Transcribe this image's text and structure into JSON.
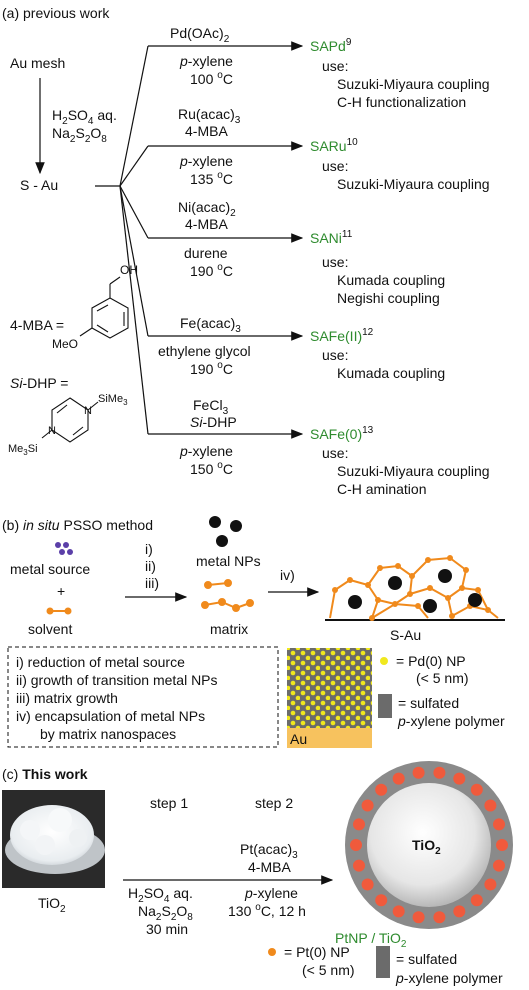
{
  "section_a": {
    "label": "(a) previous work",
    "au_mesh": "Au mesh",
    "reagent_1": "H2SO4 aq.",
    "reagent_2": "Na2S2O8",
    "s_au": "S - Au",
    "mba_label": "4-MBA =",
    "mba_ome": "MeO",
    "mba_oh": "OH",
    "dhp_label": "Si-DHP =",
    "dhp_sime3_top": "SiMe3",
    "dhp_sime3_bottom": "Me3Si",
    "branches": [
      {
        "reagents": [
          "Pd(OAc)2"
        ],
        "conditions": [
          "p-xylene",
          "100 oC"
        ],
        "product": "SAPd",
        "ref": "9",
        "use_label": "use:",
        "uses": [
          "Suzuki-Miyaura coupling",
          "C-H functionalization"
        ]
      },
      {
        "reagents": [
          "Ru(acac)3",
          "4-MBA"
        ],
        "conditions": [
          "p-xylene",
          "135 oC"
        ],
        "product": "SARu",
        "ref": "10",
        "use_label": "use:",
        "uses": [
          "Suzuki-Miyaura coupling"
        ]
      },
      {
        "reagents": [
          "Ni(acac)2",
          "4-MBA"
        ],
        "conditions": [
          "durene",
          "190 oC"
        ],
        "product": "SANi",
        "ref": "11",
        "use_label": "use:",
        "uses": [
          "Kumada coupling",
          "Negishi coupling"
        ]
      },
      {
        "reagents": [
          "Fe(acac)3"
        ],
        "conditions": [
          "ethylene glycol",
          "190 oC"
        ],
        "product": "SAFe(II)",
        "ref": "12",
        "use_label": "use:",
        "uses": [
          "Kumada coupling"
        ]
      },
      {
        "reagents": [
          "FeCl3",
          "Si-DHP"
        ],
        "conditions": [
          "p-xylene",
          "150 oC"
        ],
        "product": "SAFe(0)",
        "ref": "13",
        "use_label": "use:",
        "uses": [
          "Suzuki-Miyaura coupling",
          "C-H amination"
        ]
      }
    ]
  },
  "section_b": {
    "label_italic": "in situ",
    "label_rest": "PSSO method",
    "label_prefix": "(b)",
    "metal_source": "metal source",
    "plus": "+",
    "solvent": "solvent",
    "steps": [
      "i)",
      "ii)",
      "iii)"
    ],
    "metal_nps": "metal NPs",
    "matrix": "matrix",
    "step_iv": "iv)",
    "s_au": "S-Au",
    "notes": [
      "i) reduction of metal source",
      "ii) growth of transition metal NPs",
      "iii) matrix growth",
      "iv) encapsulation of metal NPs",
      "by matrix nanospaces"
    ],
    "au_label": "Au",
    "legend_np": "= Pd(0) NP",
    "legend_np_size": "(< 5 nm)",
    "legend_polymer_1": "= sulfated",
    "legend_polymer_2": "p-xylene polymer",
    "colors": {
      "metal_source": "#5b3fa8",
      "solvent": "#f08a1c",
      "np_yellow": "#f0e81e",
      "au": "#f7c25e",
      "polymer": "#6b6b6b"
    }
  },
  "section_c": {
    "label_prefix": "(c)",
    "label_bold": "This work",
    "tio2": "TiO2",
    "step1": "step 1",
    "step2": "step 2",
    "step1_reagents": [
      "H2SO4 aq.",
      "Na2S2O8",
      "30 min"
    ],
    "step2_reagents": [
      "Pt(acac)3",
      "4-MBA"
    ],
    "step2_conditions": [
      "p-xylene",
      "130 oC, 12 h"
    ],
    "sphere_label": "TiO2",
    "product": "PtNP / TiO2",
    "legend_np": "= Pt(0) NP",
    "legend_np_size": "(< 5 nm)",
    "legend_polymer_1": "= sulfated",
    "legend_polymer_2": "p-xylene polymer",
    "colors": {
      "pt_np": "#f05a3c",
      "shell": "#8a8a8a",
      "product": "#2e8b2e"
    }
  }
}
